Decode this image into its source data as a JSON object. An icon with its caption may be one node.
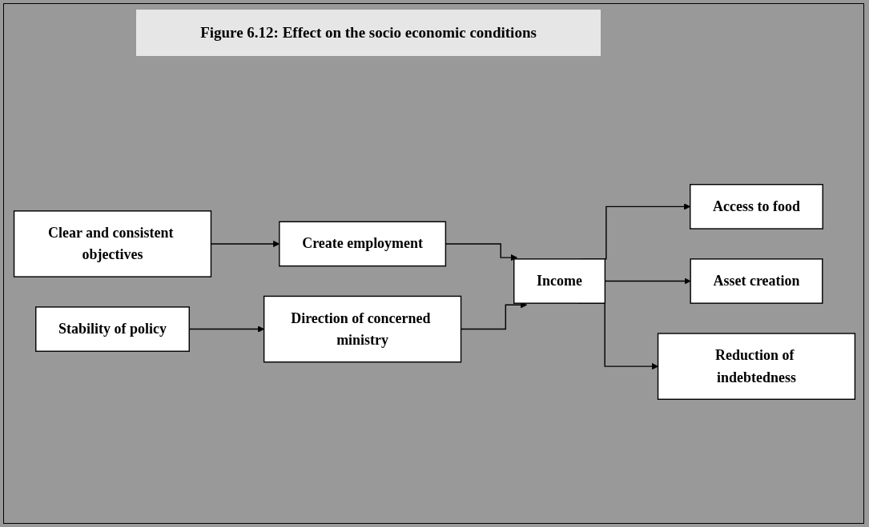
{
  "diagram": {
    "title": "Figure 6.12: Effect on the socio economic conditions",
    "nodes": [
      {
        "text": [
          "Create employment"
        ]
      },
      {
        "text": [
          "Clear and consistent objectives"
        ]
      },
      {
        "text": [
          "Income"
        ]
      },
      {
        "text": [
          "Access to food"
        ]
      },
      {
        "text": [
          "Asset creation"
        ]
      },
      {
        "text": [
          "Reduction of indebtedness"
        ]
      },
      {
        "text": [
          "Stability of policy"
        ]
      },
      {
        "text": [
          "Direction of concerned ministry"
        ]
      }
    ],
    "edges": [
      {
        "from": 1,
        "to": 0,
        "arrow": "to"
      },
      {
        "from": 0,
        "to": 2,
        "arrow": "to"
      },
      {
        "from": 7,
        "to": 2,
        "arrow": "to"
      },
      {
        "from": 6,
        "to": 7,
        "arrow": "to"
      },
      {
        "from": 2,
        "to": 3,
        "arrow": "to"
      },
      {
        "from": 2,
        "to": 4,
        "arrow": "to"
      },
      {
        "from": 2,
        "to": 5,
        "arrow": "to"
      }
    ]
  }
}
